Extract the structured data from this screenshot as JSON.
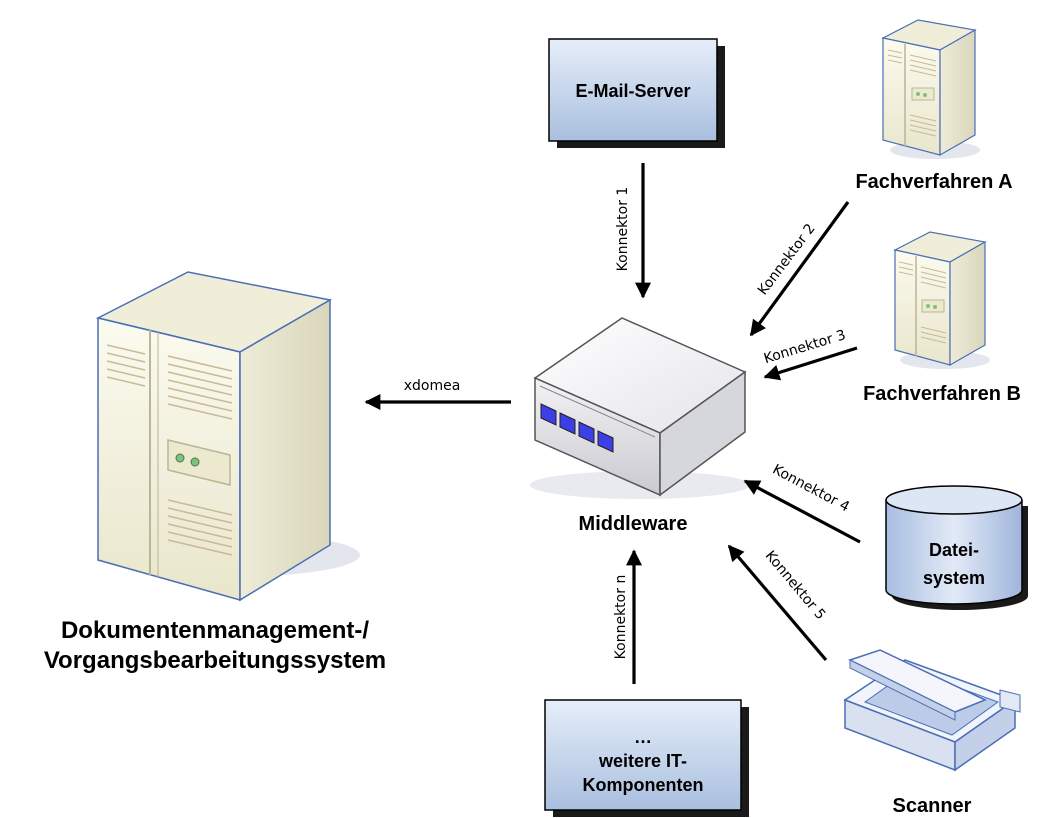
{
  "nodes": {
    "email_server": "E-Mail-Server",
    "fachverfahren_a": "Fachverfahren A",
    "fachverfahren_b": "Fachverfahren B",
    "middleware": "Middleware",
    "dms_line1": "Dokumentenmanagement-/",
    "dms_line2": "Vorgangsbearbeitungssystem",
    "dateisystem_line1": "Datei-",
    "dateisystem_line2": "system",
    "scanner": "Scanner",
    "weitere_line1": "…",
    "weitere_line2": "weitere IT-",
    "weitere_line3": "Komponenten"
  },
  "connectors": {
    "k1": "Konnektor 1",
    "k2": "Konnektor 2",
    "k3": "Konnektor 3",
    "k4": "Konnektor 4",
    "k5": "Konnektor 5",
    "kn": "Konnektor n",
    "xdomea": "xdomea"
  }
}
